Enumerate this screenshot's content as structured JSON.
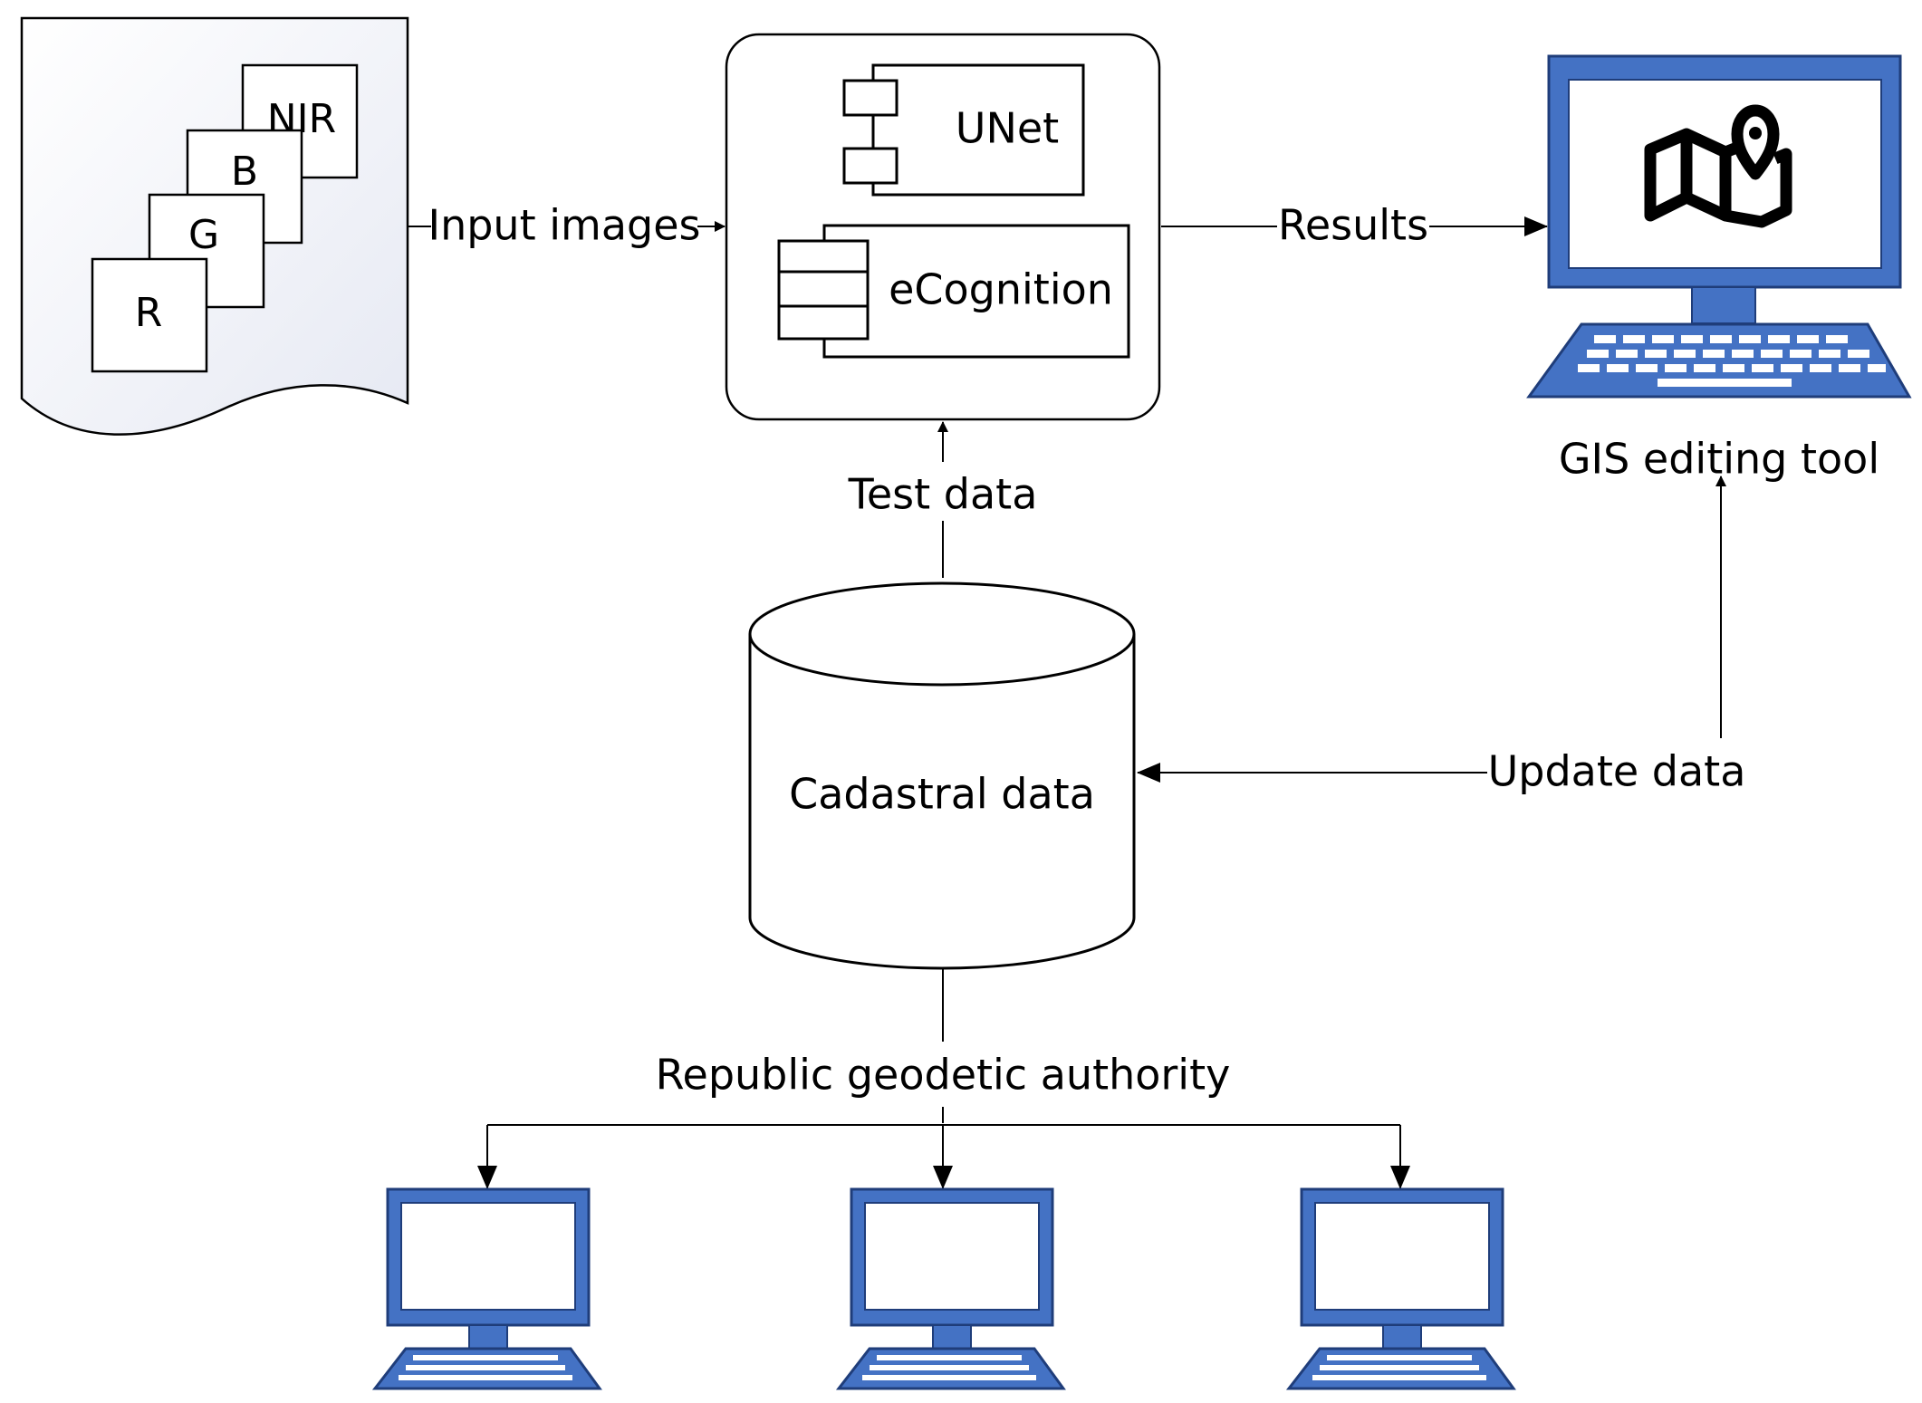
{
  "colors": {
    "monitor_blue": "#4472C4",
    "monitor_outline": "#1F3D7A",
    "document_fill": "#EEF0F7",
    "line": "#000000"
  },
  "input_document": {
    "bands": [
      "R",
      "G",
      "B",
      "NIR"
    ]
  },
  "processing": {
    "components": [
      "UNet",
      "eCognition"
    ]
  },
  "edges": {
    "input_images": "Input images",
    "results": "Results",
    "test_data": "Test data",
    "update_data": "Update data"
  },
  "gis_tool": {
    "label": "GIS editing tool",
    "icon": "map-pin-icon"
  },
  "database": {
    "label": "Cadastral data"
  },
  "authority": {
    "label": "Republic geodetic authority",
    "client_count": 3
  }
}
